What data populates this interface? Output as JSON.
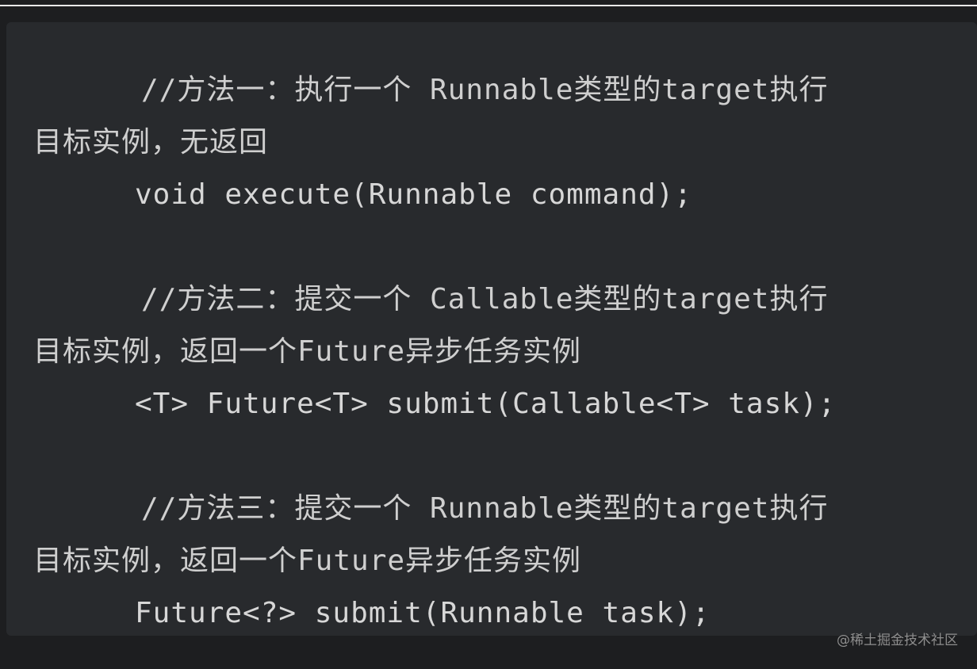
{
  "code_block": {
    "lines": [
      "//方法一：执行一个 Runnable类型的target执行",
      "目标实例，无返回",
      "void execute(Runnable command);",
      "//方法二：提交一个 Callable类型的target执行",
      "目标实例，返回一个Future异步任务实例",
      "<T> Future<T> submit(Callable<T> task);",
      "//方法三：提交一个 Runnable类型的target执行",
      "目标实例，返回一个Future异步任务实例",
      "Future<?> submit(Runnable task);"
    ]
  },
  "watermark": {
    "text": "@稀土掘金技术社区"
  },
  "colors": {
    "page_background": "#1d1e20",
    "code_background": "#282a2d",
    "code_text": "#d7d7d7",
    "watermark_text": "#8e8e8e",
    "top_rule": "#e9e9e9"
  }
}
